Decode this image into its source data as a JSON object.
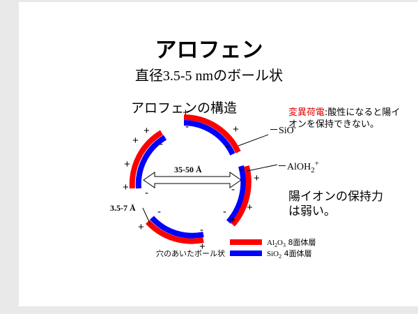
{
  "title": "アロフェン",
  "subtitle_pre": "直径",
  "subtitle_num": "3.5-5 nm",
  "subtitle_post": "のボール状",
  "section_heading": "アロフェンの構造",
  "note_red": "変異荷電",
  "note_rest": ":酸性になると陽イオンを保持できない。",
  "label_sio": "－SiO",
  "label_sio_sup": "-",
  "label_aloh": "－AlOH",
  "label_aloh_sub": "2",
  "label_aloh_sup": "+",
  "diameter_label": "35-50 Å",
  "wall_label": "3.5-7 Å",
  "cation_text": "陽イオンの保持力は弱い。",
  "legend": {
    "al2o3_pre": "Al",
    "al2o3_sub1": "2",
    "al2o3_mid": "O",
    "al2o3_sub2": "3",
    "al2o3_post": " 8面体層",
    "sio2_pre": "SiO",
    "sio2_sub": "2",
    "sio2_post": " 4面体層"
  },
  "hole_label": "穴のあいたボール状",
  "colors": {
    "octahedral": "#ff0000",
    "tetrahedral": "#0000ff"
  }
}
